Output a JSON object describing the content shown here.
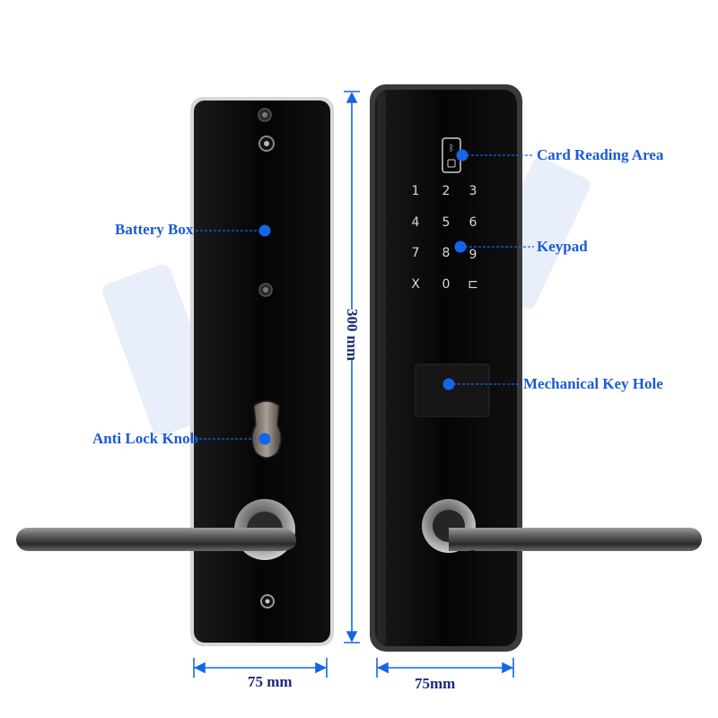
{
  "callouts": {
    "card_reading_area": "Card Reading Area",
    "keypad": "Keypad",
    "mechanical_key_hole": "Mechanical Key Hole",
    "battery_box": "Battery Box",
    "anti_lock_knob": "Anti Lock Knob"
  },
  "dimensions": {
    "height": "300 mm",
    "back_width": "75 mm",
    "front_width": "75mm"
  },
  "keypad": {
    "keys": [
      "1",
      "2",
      "3",
      "4",
      "5",
      "6",
      "7",
      "8",
      "9",
      "X",
      "0",
      "⊏"
    ]
  },
  "colors": {
    "callout_text": "#1a5bd6",
    "dimension_text": "#1e2a78",
    "marker_dot": "#1565e8",
    "panel": "#050505"
  }
}
